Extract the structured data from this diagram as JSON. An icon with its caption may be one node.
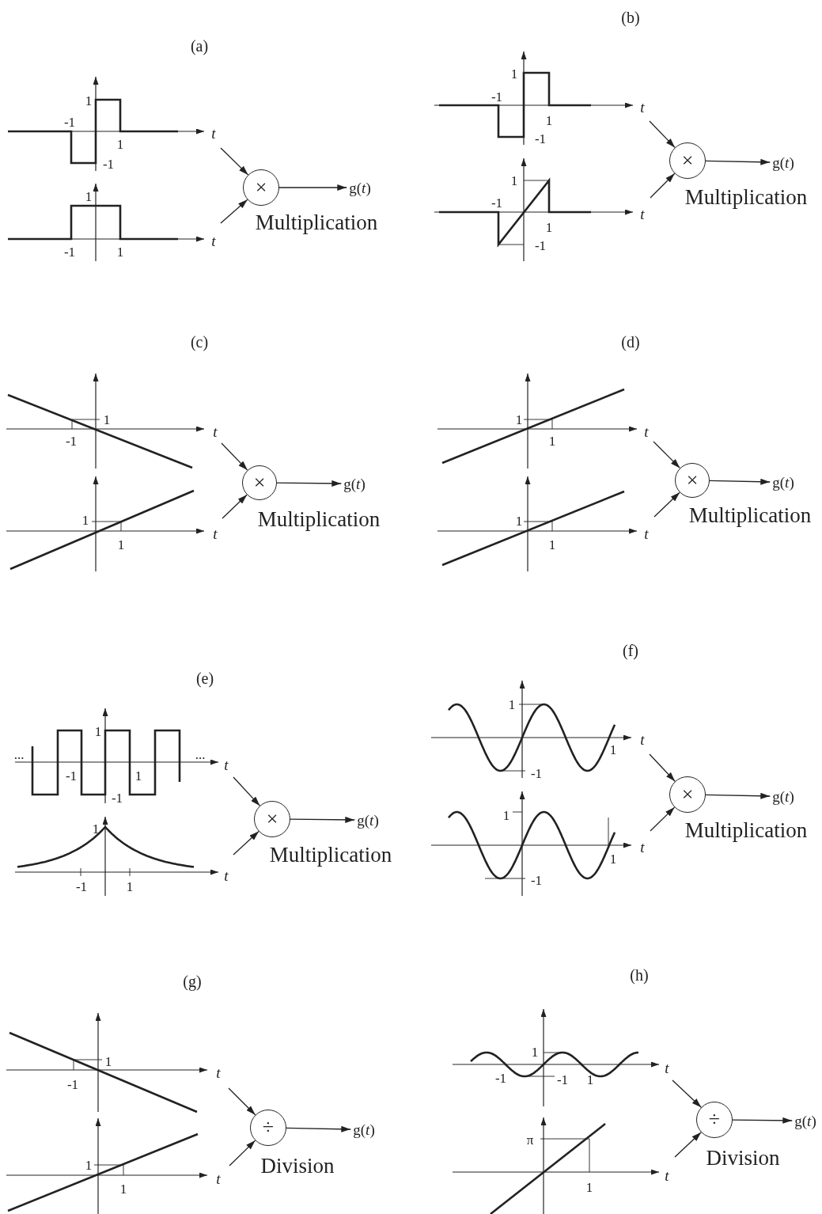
{
  "diagram": {
    "nodes": [
      {
        "text": [
          "1",
          "-1",
          "t",
          "1",
          "-1"
        ]
      },
      {
        "text": [
          "1",
          "t",
          "-1",
          "1"
        ]
      },
      {
        "text": [
          "×"
        ],
        "beside": [
          "Multiplication"
        ]
      },
      {
        "text": [
          "g(*t*)"
        ]
      },
      {
        "text": [
          "1",
          "-1",
          "t",
          "1",
          "-1"
        ]
      },
      {
        "text": [
          "1",
          "-1",
          "t",
          "1",
          "-1"
        ]
      },
      {
        "text": [
          "×"
        ],
        "beside": [
          "Multiplication"
        ]
      },
      {
        "text": [
          "g(*t*)"
        ]
      },
      {
        "text": [
          "1",
          "t",
          "-1"
        ]
      },
      {
        "text": [
          "1",
          "t",
          "1"
        ]
      },
      {
        "text": [
          "×"
        ],
        "beside": [
          "Multiplication"
        ]
      },
      {
        "text": [
          "g(*t*)"
        ]
      },
      {
        "text": [
          "1",
          "t",
          "1"
        ]
      },
      {
        "text": [
          "1",
          "t",
          "1"
        ]
      },
      {
        "text": [
          "×"
        ],
        "beside": [
          "Multiplication"
        ]
      },
      {
        "text": [
          "g(*t*)"
        ]
      },
      {
        "text": [
          "1",
          "...",
          "...",
          "t",
          "-1",
          "1",
          "-1"
        ]
      },
      {
        "text": [
          "1",
          "t",
          "-1",
          "1"
        ]
      },
      {
        "text": [
          "×"
        ],
        "beside": [
          "Multiplication"
        ]
      },
      {
        "text": [
          "g(*t*)"
        ]
      },
      {
        "text": [
          "1",
          "t",
          "1",
          "-1"
        ]
      },
      {
        "text": [
          "1",
          "t",
          "1",
          "-1"
        ]
      },
      {
        "text": [
          "×"
        ],
        "beside": [
          "Multiplication"
        ]
      },
      {
        "text": [
          "g(*t*)"
        ]
      },
      {
        "text": [
          "1",
          "t",
          "-1"
        ]
      },
      {
        "text": [
          "1",
          "t",
          "1"
        ]
      },
      {
        "text": [
          "÷"
        ],
        "beside": [
          "Division"
        ]
      },
      {
        "text": [
          "g(*t*)"
        ]
      },
      {
        "text": [
          "1",
          "t",
          "-1",
          "-1",
          "1"
        ]
      },
      {
        "text": [
          "π",
          "t",
          "1"
        ]
      },
      {
        "text": [
          "÷"
        ],
        "beside": [
          "Division"
        ]
      },
      {
        "text": [
          "g(*t*)"
        ]
      }
    ],
    "edges": [
      {
        "from": 0,
        "to": 2,
        "arrow": "to"
      },
      {
        "from": 1,
        "to": 2,
        "arrow": "to"
      },
      {
        "from": 2,
        "to": 3,
        "arrow": "to"
      },
      {
        "from": 4,
        "to": 6,
        "arrow": "to"
      },
      {
        "from": 5,
        "to": 6,
        "arrow": "to"
      },
      {
        "from": 6,
        "to": 7,
        "arrow": "to"
      },
      {
        "from": 8,
        "to": 10,
        "arrow": "to"
      },
      {
        "from": 9,
        "to": 10,
        "arrow": "to"
      },
      {
        "from": 10,
        "to": 11,
        "arrow": "to"
      },
      {
        "from": 12,
        "to": 14,
        "arrow": "to"
      },
      {
        "from": 13,
        "to": 14,
        "arrow": "to"
      },
      {
        "from": 14,
        "to": 15,
        "arrow": "to"
      },
      {
        "from": 16,
        "to": 18,
        "arrow": "to"
      },
      {
        "from": 17,
        "to": 18,
        "arrow": "to"
      },
      {
        "from": 18,
        "to": 19,
        "arrow": "to"
      },
      {
        "from": 20,
        "to": 22,
        "arrow": "to"
      },
      {
        "from": 21,
        "to": 22,
        "arrow": "to"
      },
      {
        "from": 22,
        "to": 23,
        "arrow": "to"
      },
      {
        "from": 24,
        "to": 26,
        "arrow": "to"
      },
      {
        "from": 25,
        "to": 26,
        "arrow": "to"
      },
      {
        "from": 26,
        "to": 27,
        "arrow": "to"
      },
      {
        "from": 28,
        "to": 30,
        "arrow": "to"
      },
      {
        "from": 29,
        "to": 30,
        "arrow": "to"
      },
      {
        "from": 30,
        "to": 31,
        "arrow": "to"
      }
    ],
    "labels": [
      "(a)",
      "(b)",
      "(c)",
      "(d)",
      "(e)",
      "(f)",
      "(g)",
      "(h)"
    ]
  }
}
